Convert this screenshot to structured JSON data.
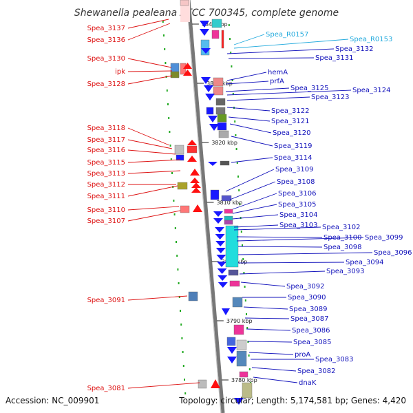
{
  "title": "Shewanella pealeana ATCC 700345, complete genome",
  "footer": {
    "accession": "Accession: NC_009901",
    "summary": "Topology: circular; Length: 5,174,581 bp; Genes: 4,420"
  },
  "colors": {
    "forward": "#ff1010",
    "reverse": "#1818ff",
    "rna": "#22bbee",
    "axis": "#888888",
    "tick": "#22aa22"
  },
  "kbp_marks": [
    "3840 kbp",
    "3830 kbp",
    "3820 kbp",
    "3810 kbp",
    "3800 kbp",
    "3790 kbp",
    "3780 kbp"
  ],
  "left_labels": [
    "Spea_3137",
    "Spea_3136",
    "Spea_3130",
    "ipk",
    "Spea_3128",
    "Spea_3118",
    "Spea_3117",
    "Spea_3116",
    "Spea_3115",
    "Spea_3113",
    "Spea_3112",
    "Spea_3111",
    "Spea_3110",
    "Spea_3107",
    "Spea_3091",
    "Spea_3081"
  ],
  "right_labels": [
    "Spea_R0157",
    "Spea_R0153",
    "Spea_3132",
    "Spea_3131",
    "hemA",
    "prfA",
    "Spea_3125",
    "Spea_3124",
    "Spea_3123",
    "Spea_3122",
    "Spea_3121",
    "Spea_3120",
    "Spea_3119",
    "Spea_3114",
    "Spea_3109",
    "Spea_3108",
    "Spea_3106",
    "Spea_3105",
    "Spea_3104",
    "Spea_3103",
    "Spea_3102",
    "Spea_3100",
    "Spea_3099",
    "Spea_3098",
    "Spea_3096",
    "Spea_3094",
    "Spea_3093",
    "Spea_3092",
    "Spea_3090",
    "Spea_3089",
    "Spea_3087",
    "Spea_3086",
    "Spea_3085",
    "proA",
    "Spea_3083",
    "Spea_3082",
    "dnaK"
  ]
}
